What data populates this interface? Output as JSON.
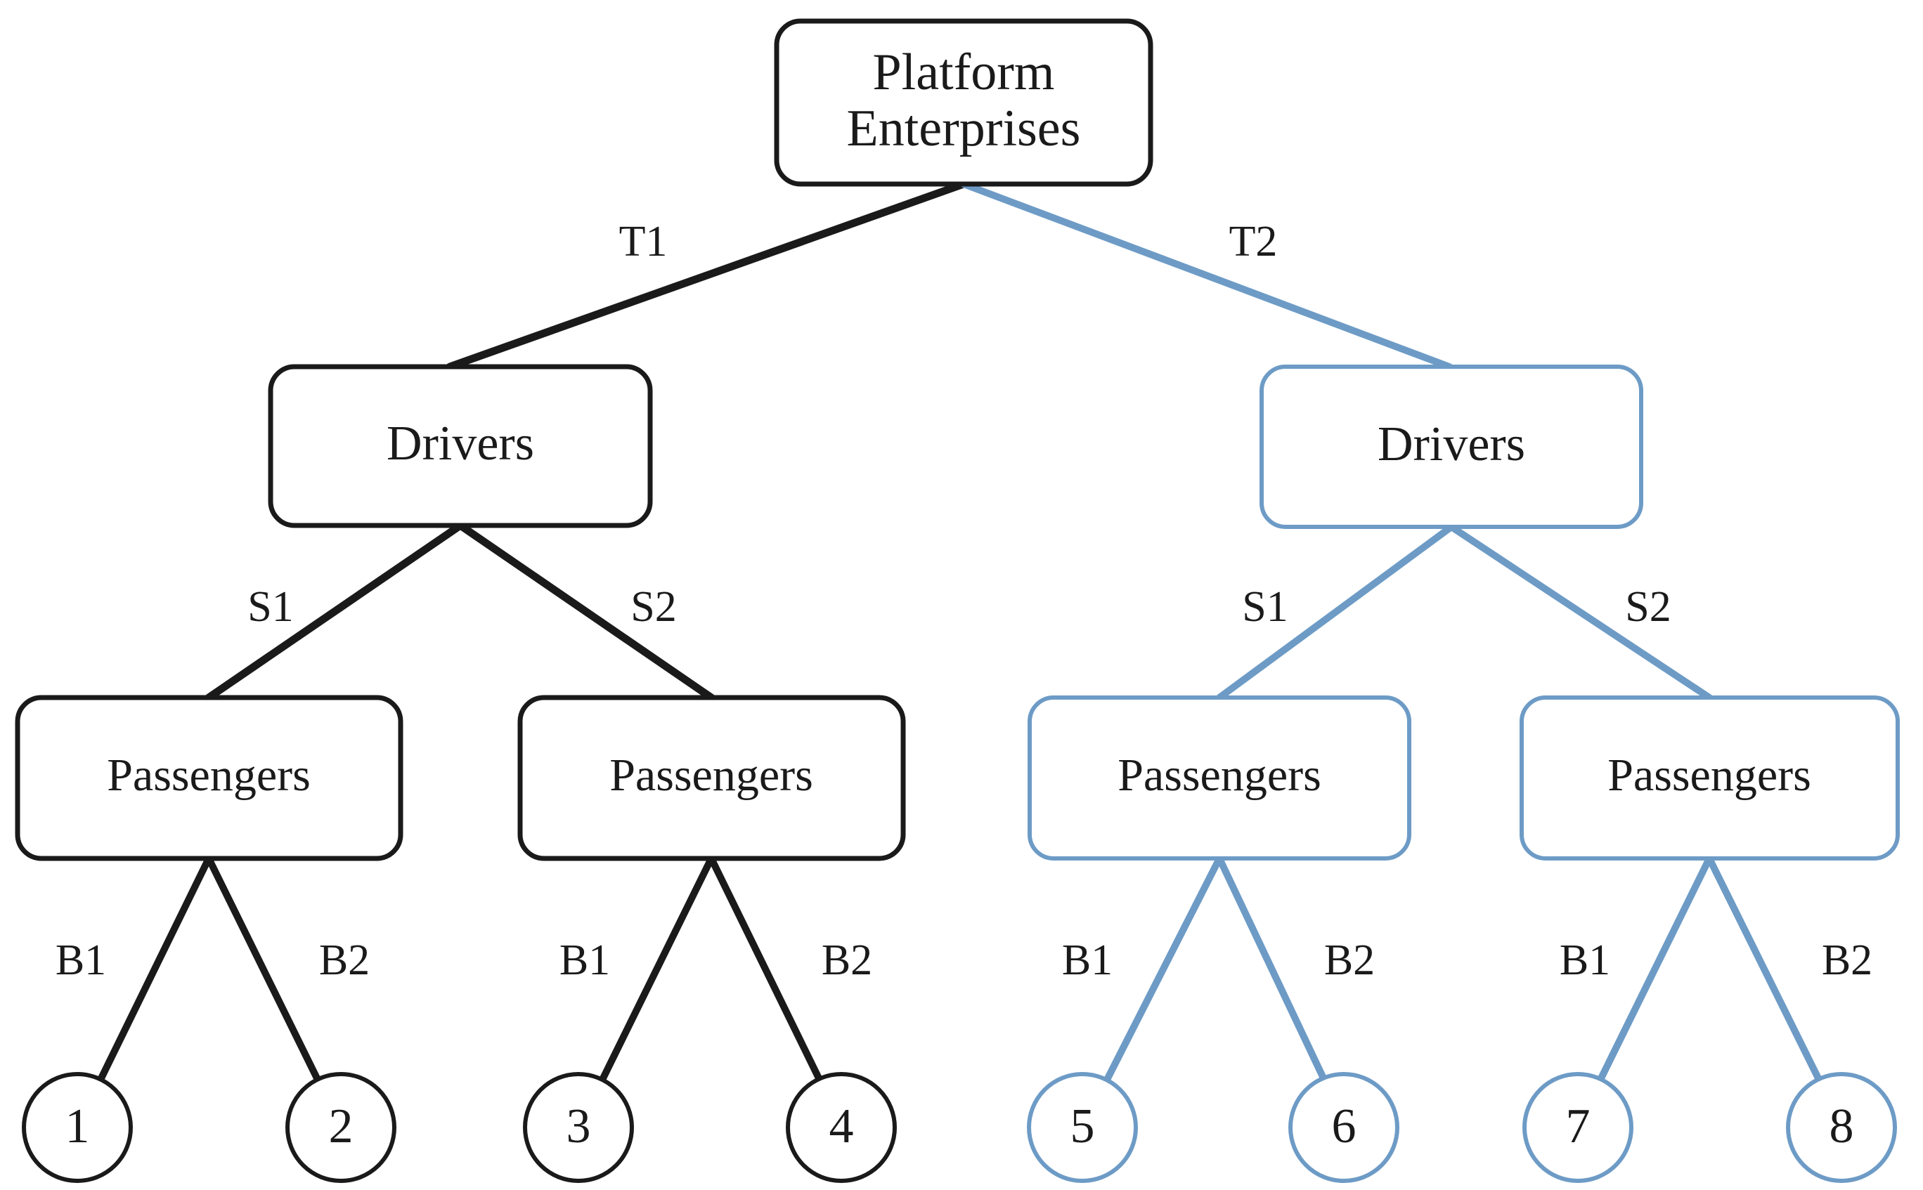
{
  "diagram": {
    "type": "hierarchical-tree",
    "title": "Platform Enterprises two-sided market tree",
    "colors": {
      "black": "#1a1a1a",
      "blue": "#6d9bc6",
      "background": "#ffffff",
      "node_fill": "#ffffff"
    },
    "root": {
      "label": "Platform",
      "label_line2": "Enterprises",
      "color": "black"
    },
    "level1_edge_labels": [
      {
        "label": "T1",
        "color": "black"
      },
      {
        "label": "T2",
        "color": "blue"
      }
    ],
    "level1_nodes": [
      {
        "label": "Drivers",
        "color": "black"
      },
      {
        "label": "Drivers",
        "color": "blue"
      }
    ],
    "level2_edge_labels": [
      {
        "label": "S1",
        "color": "black"
      },
      {
        "label": "S2",
        "color": "black"
      },
      {
        "label": "S1",
        "color": "blue"
      },
      {
        "label": "S2",
        "color": "blue"
      }
    ],
    "level2_nodes": [
      {
        "label": "Passengers",
        "color": "black"
      },
      {
        "label": "Passengers",
        "color": "black"
      },
      {
        "label": "Passengers",
        "color": "blue"
      },
      {
        "label": "Passengers",
        "color": "blue"
      }
    ],
    "level3_edge_labels": [
      {
        "label": "B1",
        "color": "black"
      },
      {
        "label": "B2",
        "color": "black"
      },
      {
        "label": "B1",
        "color": "black"
      },
      {
        "label": "B2",
        "color": "black"
      },
      {
        "label": "B1",
        "color": "blue"
      },
      {
        "label": "B2",
        "color": "blue"
      },
      {
        "label": "B1",
        "color": "blue"
      },
      {
        "label": "B2",
        "color": "blue"
      }
    ],
    "leaves": [
      {
        "label": "1",
        "color": "black"
      },
      {
        "label": "2",
        "color": "black"
      },
      {
        "label": "3",
        "color": "black"
      },
      {
        "label": "4",
        "color": "black"
      },
      {
        "label": "5",
        "color": "blue"
      },
      {
        "label": "6",
        "color": "blue"
      },
      {
        "label": "7",
        "color": "blue"
      },
      {
        "label": "8",
        "color": "blue"
      }
    ]
  }
}
